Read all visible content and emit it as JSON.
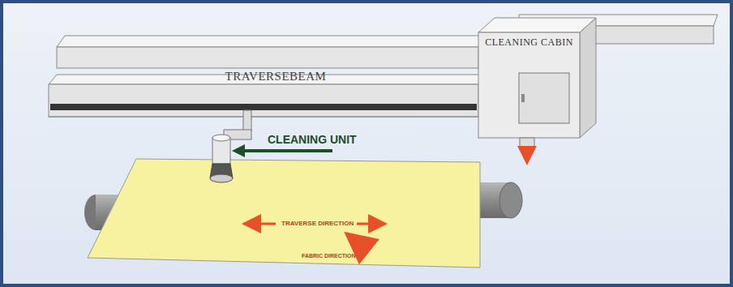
{
  "diagram": {
    "nodes": [
      {
        "text": [
          "TRAVERSEBEAM"
        ]
      },
      {
        "text": [
          "CLEANING CABIN"
        ]
      }
    ],
    "labels": [
      "CLEANING UNIT",
      "TRAVERSE DIRECTION",
      "FABRIC DIRECTION"
    ]
  }
}
